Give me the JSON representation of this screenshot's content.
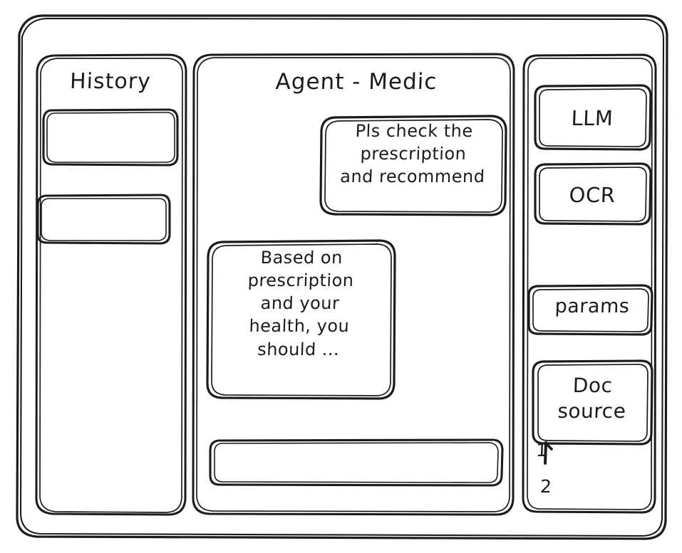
{
  "window": {
    "title": "Agent - Medic",
    "style": "hand-drawn wireframe",
    "stroke_color": "#1b1b1b",
    "background_color": "#ffffff"
  },
  "sidebar": {
    "title": "History",
    "items": [
      {
        "label": ""
      },
      {
        "label": ""
      }
    ]
  },
  "main": {
    "title": "Agent - Medic",
    "messages": [
      {
        "role": "user",
        "text": "Pls check the\nprescription\nand recommend"
      },
      {
        "role": "assistant",
        "text": "Based on\nprescription\nand your\nhealth, you\nshould ..."
      }
    ],
    "composer": {
      "value": "",
      "placeholder": ""
    }
  },
  "right_panel": {
    "tools": [
      {
        "label": "LLM"
      },
      {
        "label": "OCR"
      }
    ],
    "config": [
      {
        "label": "params"
      },
      {
        "label": "Doc\nsource"
      }
    ],
    "sources": [
      {
        "label": "1"
      },
      {
        "label": "2"
      }
    ]
  }
}
